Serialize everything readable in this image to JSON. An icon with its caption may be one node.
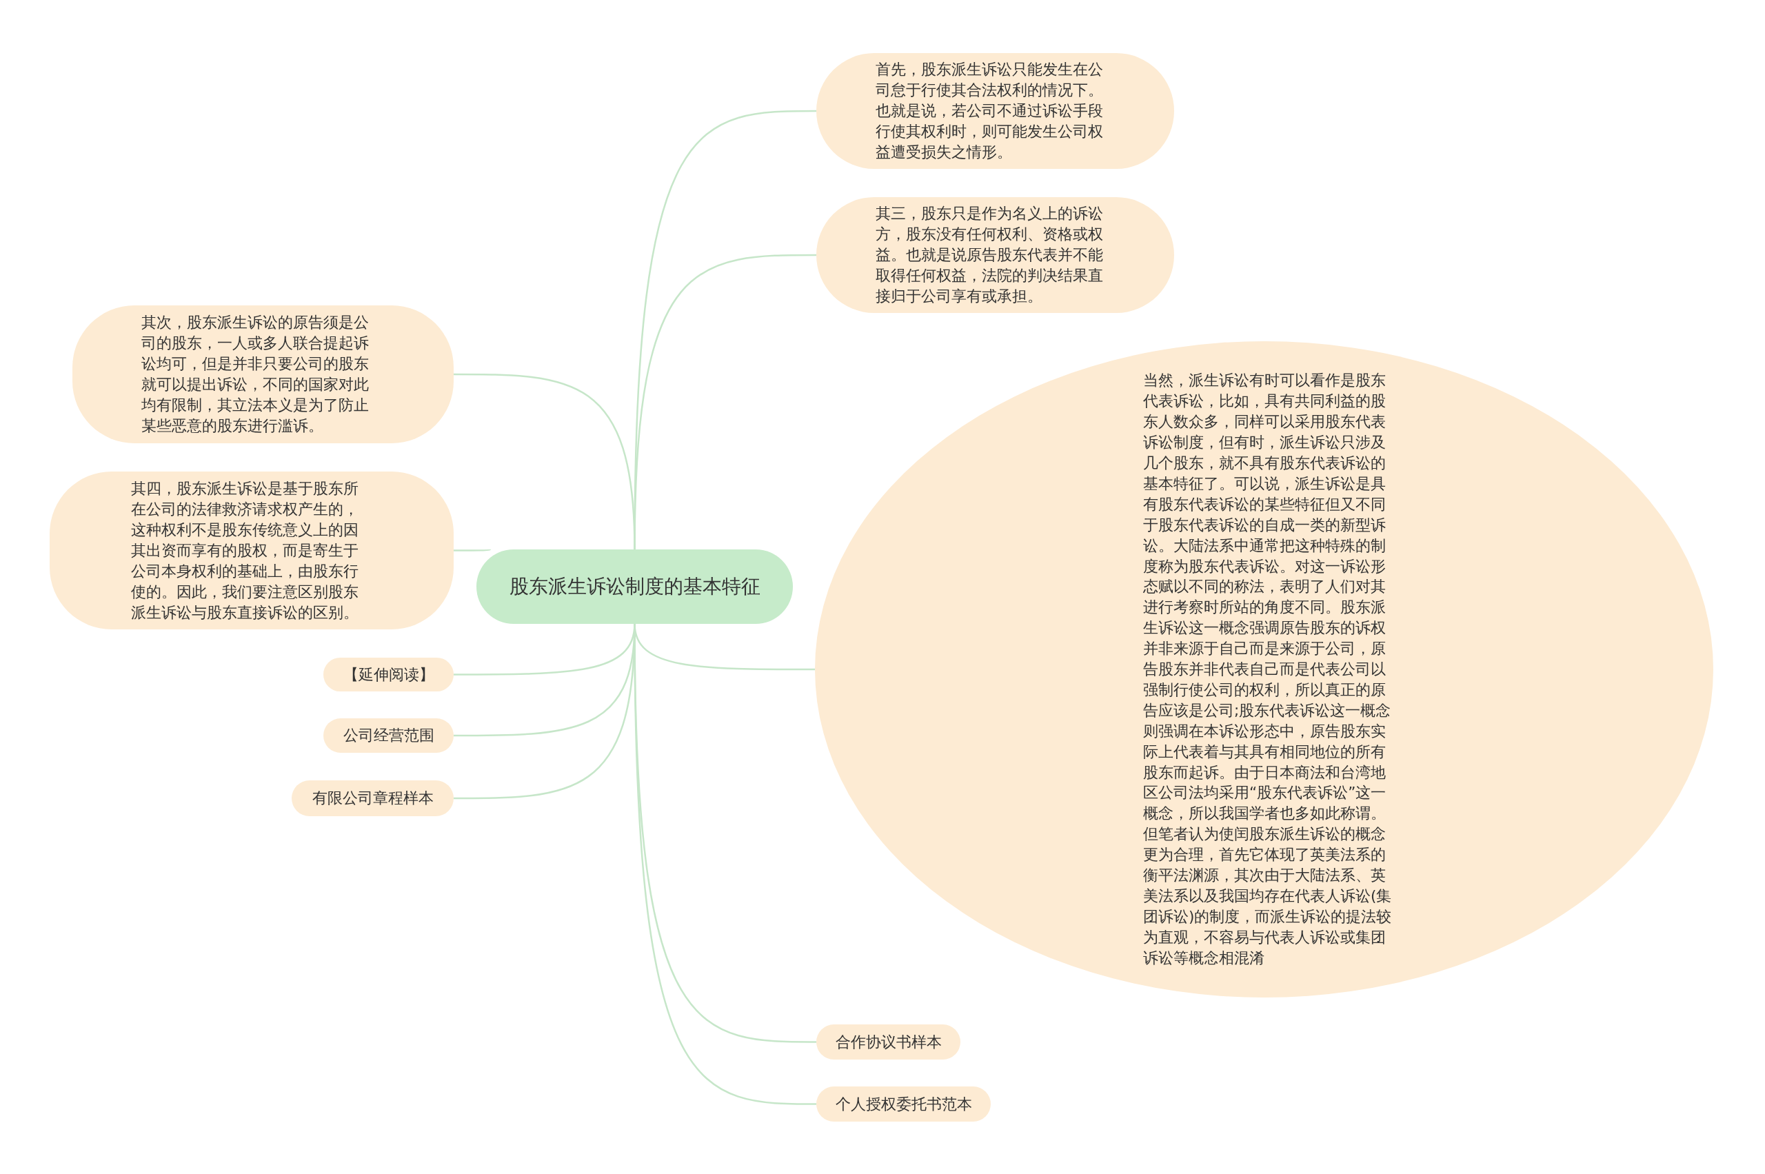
{
  "diagram": {
    "nodes": [
      {
        "text": [
          "股东派生诉讼制度的基本特征"
        ]
      },
      {
        "text": [
          "首先，股东派生诉讼只能发生在公司怠于行使其合法权利的情况下。也就是说，若公司不通过诉讼手段行使其权利时，则可能发生公司权益遭受损失之情形。"
        ]
      },
      {
        "text": [
          "其三，股东只是作为名义上的诉讼方，股东没有任何权利、资格或权益。也就是说原告股东代表并不能取得任何权益，法院的判决结果直接归于公司享有或承担。"
        ]
      },
      {
        "text": [
          "其次，股东派生诉讼的原告须是公司的股东，一人或多人联合提起诉讼均可，但是并非只要公司的股东就可以提出诉讼，不同的国家对此均有限制，其立法本义是为了防止某些恶意的股东进行滥诉。"
        ]
      },
      {
        "text": [
          "其四，股东派生诉讼是基于股东所在公司的法律救济请求权产生的，这种权利不是股东传统意义上的因其出资而享有的股权，而是寄生于公司本身权利的基础上，由股东行使的。因此，我们要注意区别股东派生诉讼与股东直接诉讼的区别。"
        ]
      },
      {
        "text": [
          "当然，派生诉讼有时可以看作是股东代表诉讼，比如，具有共同利益的股东人数众多，同样可以采用股东代表诉讼制度，但有时，派生诉讼只涉及几个股东，就不具有股东代表诉讼的基本特征了。可以说，派生诉讼是具有股东代表诉讼的某些特征但又不同于股东代表诉讼的自成一类的新型诉讼。大陆法系中通常把这种特殊的制度称为股东代表诉讼。对这一诉讼形态赋以不同的称法，表明了人们对其进行考察时所站的角度不同。股东派生诉讼这一概念强调原告股东的诉权并非来源于自己而是来源于公司，原告股东并非代表自己而是代表公司以强制行使公司的权利，所以真正的原告应该是公司;股东代表诉讼这一概念则强调在本诉讼形态中，原告股东实际上代表着与其具有相同地位的所有股东而起诉。由于日本商法和台湾地区公司法均采用“股东代表诉讼”这一概念，所以我国学者也多如此称谓。但笔者认为使闰股东派生诉讼的概念更为合理，首先它体现了英美法系的衡平法渊源，其次由于大陆法系、英美法系以及我国均存在代表人诉讼(集团诉讼)的制度，而派生诉讼的提法较为直观，不容易与代表人诉讼或集团诉讼等概念相混淆"
        ]
      },
      {
        "text": [
          "【延伸阅读】"
        ]
      },
      {
        "text": [
          "公司经营范围"
        ]
      },
      {
        "text": [
          "有限公司章程样本"
        ]
      },
      {
        "text": [
          "合作协议书样本"
        ]
      },
      {
        "text": [
          "个人授权委托书范本"
        ]
      }
    ],
    "edges": [
      {
        "from": 0,
        "to": 1,
        "arrow": "none"
      },
      {
        "from": 0,
        "to": 2,
        "arrow": "none"
      },
      {
        "from": 0,
        "to": 3,
        "arrow": "none"
      },
      {
        "from": 0,
        "to": 4,
        "arrow": "none"
      },
      {
        "from": 0,
        "to": 5,
        "arrow": "none"
      },
      {
        "from": 0,
        "to": 6,
        "arrow": "none"
      },
      {
        "from": 0,
        "to": 7,
        "arrow": "none"
      },
      {
        "from": 0,
        "to": 8,
        "arrow": "none"
      },
      {
        "from": 0,
        "to": 9,
        "arrow": "none"
      },
      {
        "from": 0,
        "to": 10,
        "arrow": "none"
      }
    ]
  }
}
